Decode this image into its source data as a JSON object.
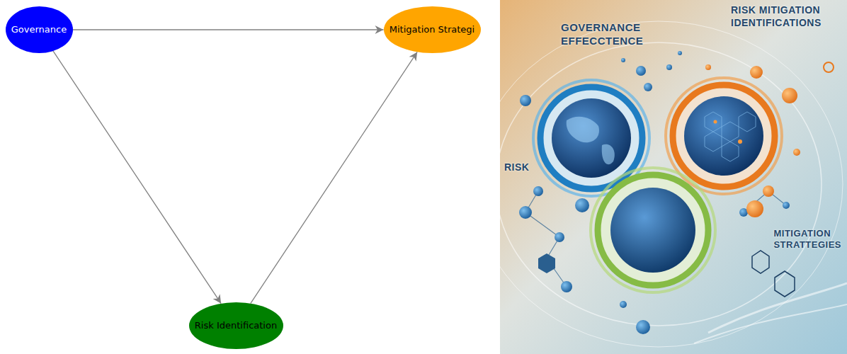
{
  "diagram": {
    "nodes": [
      {
        "text": [
          "Governance"
        ]
      },
      {
        "text": [
          "Mitigation Strategi"
        ]
      },
      {
        "text": [
          "Risk Identification"
        ]
      }
    ],
    "edges": [
      {
        "from": 0,
        "to": 1,
        "arrow": "to"
      },
      {
        "from": 0,
        "to": 2,
        "arrow": "to"
      },
      {
        "from": 2,
        "to": 1,
        "arrow": "to"
      }
    ],
    "labels": [
      "GOVERNANCE EFFECCTENCE",
      "RISK MITIGATION IDENTIFICATIONS",
      "RISK",
      "MITIGATION STRATTEGIES"
    ]
  }
}
